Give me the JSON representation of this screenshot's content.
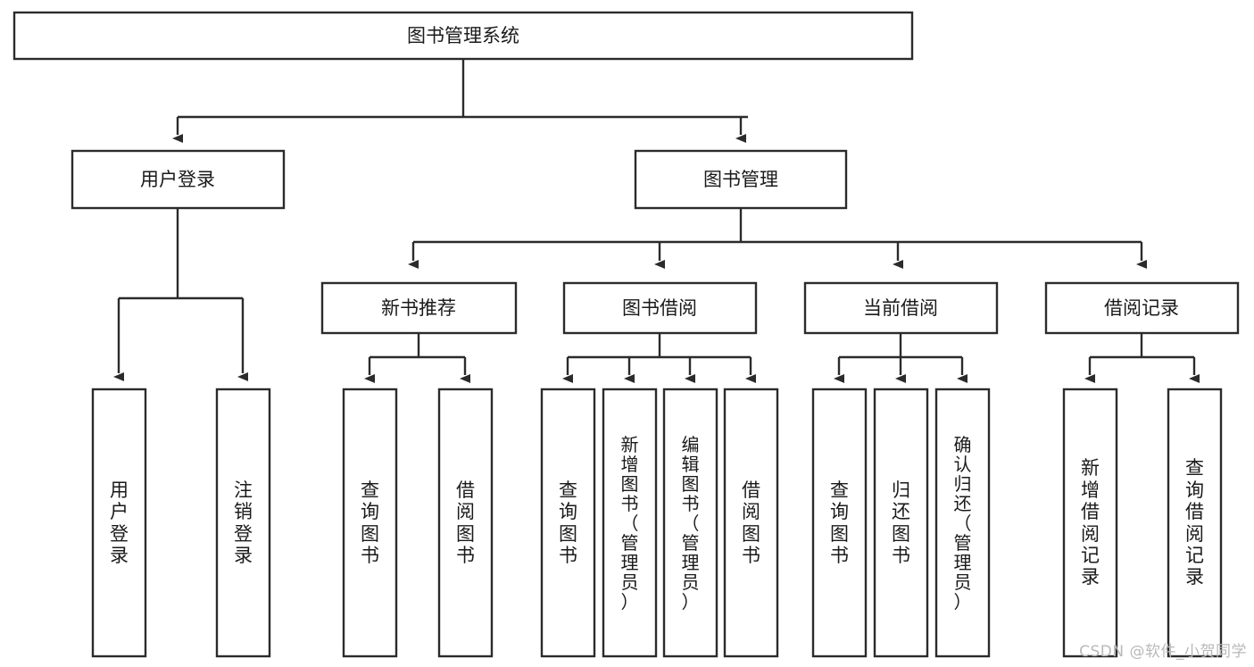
{
  "diagram": {
    "type": "tree-hierarchy-functional-decomposition",
    "title": "图书管理系统",
    "root": {
      "id": "root",
      "label": "图书管理系统"
    },
    "level2": [
      {
        "id": "user-login",
        "label": "用户登录"
      },
      {
        "id": "book-management",
        "label": "图书管理"
      }
    ],
    "level3": [
      {
        "id": "new-book-recommend",
        "label": "新书推荐",
        "parent": "book-management"
      },
      {
        "id": "book-borrow",
        "label": "图书借阅",
        "parent": "book-management"
      },
      {
        "id": "current-borrow",
        "label": "当前借阅",
        "parent": "book-management"
      },
      {
        "id": "borrow-record",
        "label": "借阅记录",
        "parent": "book-management"
      }
    ],
    "leaves": {
      "user-login": [
        {
          "id": "leaf-user-login",
          "label": "用户登录"
        },
        {
          "id": "leaf-user-logout",
          "label": "注销登录"
        }
      ],
      "new-book-recommend": [
        {
          "id": "leaf-query-book-1",
          "label": "查询图书"
        },
        {
          "id": "leaf-borrow-book-1",
          "label": "借阅图书"
        }
      ],
      "book-borrow": [
        {
          "id": "leaf-query-book-2",
          "label": "查询图书"
        },
        {
          "id": "leaf-add-book",
          "label": "新增图书（管理员）"
        },
        {
          "id": "leaf-edit-book",
          "label": "编辑图书（管理员）"
        },
        {
          "id": "leaf-borrow-book-2",
          "label": "借阅图书"
        }
      ],
      "current-borrow": [
        {
          "id": "leaf-query-book-3",
          "label": "查询图书"
        },
        {
          "id": "leaf-return-book",
          "label": "归还图书"
        },
        {
          "id": "leaf-confirm-return",
          "label": "确认归还（管理员）"
        }
      ],
      "borrow-record": [
        {
          "id": "leaf-add-record",
          "label": "新增借阅记录"
        },
        {
          "id": "leaf-query-record",
          "label": "查询借阅记录"
        }
      ]
    },
    "watermark": "CSDN @软件_小贺同学",
    "colors": {
      "stroke": "#2b2b2b",
      "fill": "#ffffff",
      "text": "#1a1a1a",
      "watermark": "#b9b9b9",
      "background": "#ffffff"
    }
  }
}
